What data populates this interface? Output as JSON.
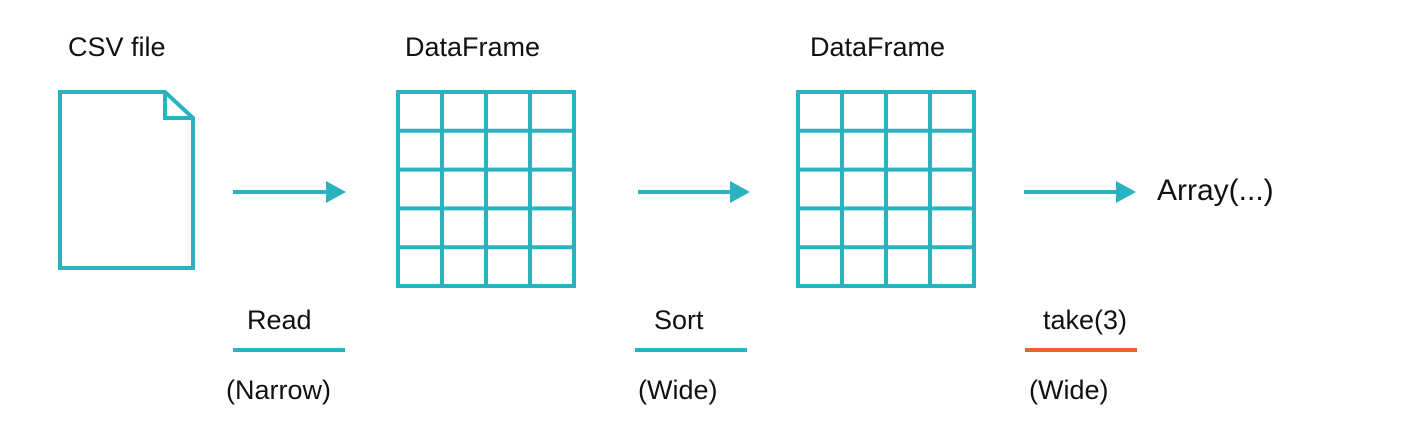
{
  "colors": {
    "accent": "#2ab3bf",
    "highlight": "#e8652c",
    "text": "#111111"
  },
  "nodes": {
    "csv": {
      "title": "CSV file",
      "icon": "document-icon"
    },
    "df1": {
      "title": "DataFrame",
      "icon": "table-grid-icon"
    },
    "df2": {
      "title": "DataFrame",
      "icon": "table-grid-icon"
    },
    "result": {
      "label": "Array(...)"
    }
  },
  "steps": [
    {
      "name": "Read",
      "type": "(Narrow)",
      "underline_color": "#2ab3bf"
    },
    {
      "name": "Sort",
      "type": "(Wide)",
      "underline_color": "#2ab3bf"
    },
    {
      "name": "take(3)",
      "type": "(Wide)",
      "underline_color": "#e8652c"
    }
  ]
}
